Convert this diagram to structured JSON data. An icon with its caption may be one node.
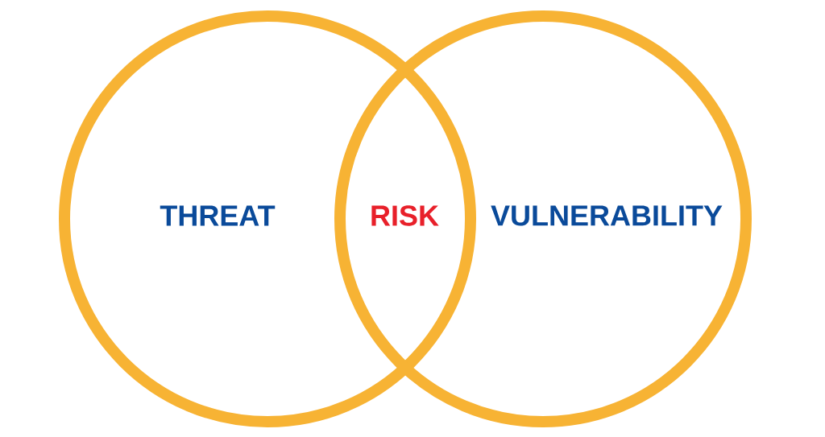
{
  "diagram": {
    "nodes": [
      {
        "text": [
          "THREAT"
        ]
      },
      {
        "text": [
          "VULNERABILITY"
        ]
      }
    ],
    "labels": [
      "RISK"
    ]
  }
}
